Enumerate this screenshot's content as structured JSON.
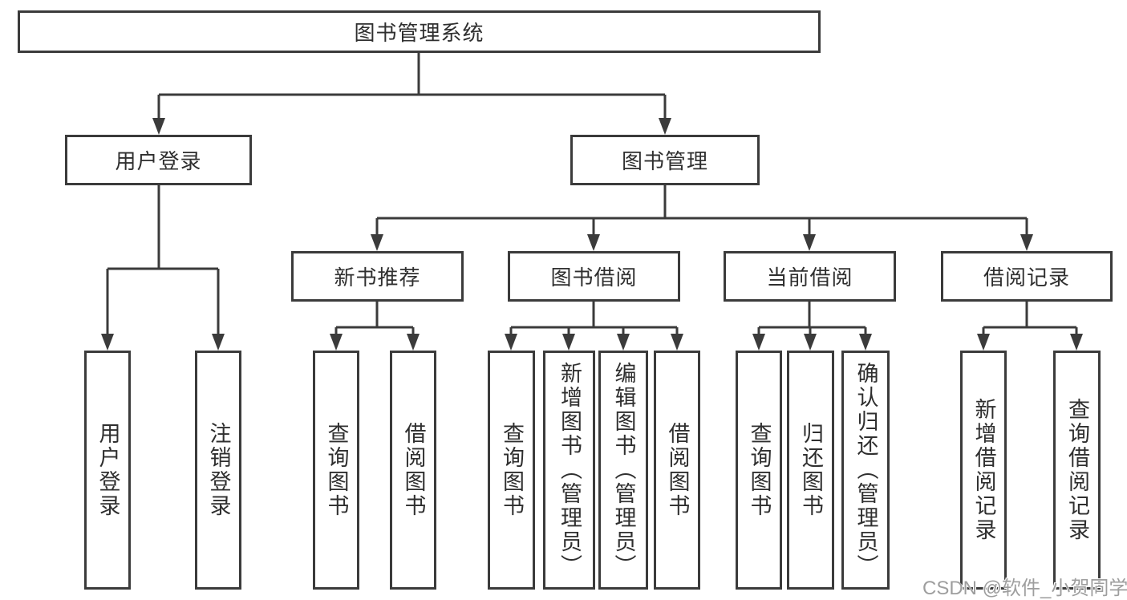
{
  "diagram": {
    "root": {
      "label": "图书管理系统"
    },
    "level2": [
      {
        "label": "用户登录"
      },
      {
        "label": "图书管理"
      }
    ],
    "level3": [
      {
        "label": "新书推荐"
      },
      {
        "label": "图书借阅"
      },
      {
        "label": "当前借阅"
      },
      {
        "label": "借阅记录"
      }
    ],
    "leaves": [
      {
        "label": "用户登录"
      },
      {
        "label": "注销登录"
      },
      {
        "label": "查询图书"
      },
      {
        "label": "借阅图书"
      },
      {
        "label": "查询图书"
      },
      {
        "label": "新增图书（管理员）"
      },
      {
        "label": "编辑图书（管理员）"
      },
      {
        "label": "借阅图书"
      },
      {
        "label": "查询图书"
      },
      {
        "label": "归还图书"
      },
      {
        "label": "确认归还（管理员）"
      },
      {
        "label": "新增借阅记录"
      },
      {
        "label": "查询借阅记录"
      }
    ]
  },
  "watermark": {
    "text": "CSDN @软件_小贺同学"
  },
  "colors": {
    "line": "#3b3b3b",
    "text": "#2f2f2f",
    "background": "#ffffff",
    "watermark": "#9e9e9e"
  }
}
